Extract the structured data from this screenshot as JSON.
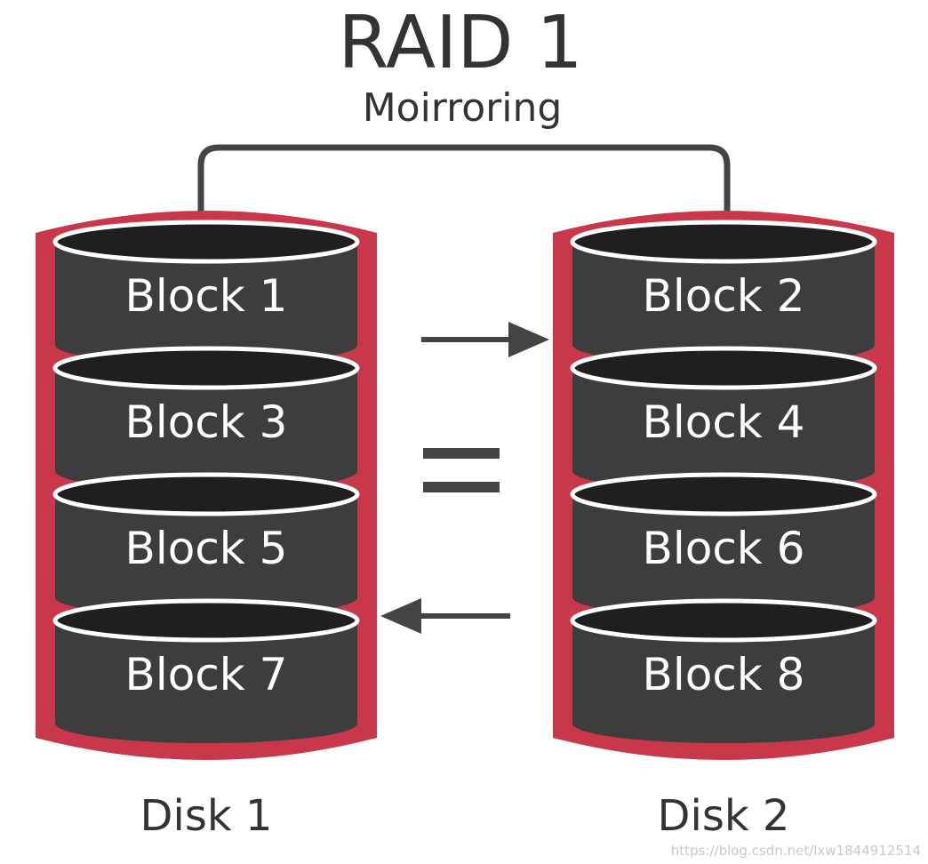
{
  "title": "RAID 1",
  "subtitle": "Moirroring",
  "equals_symbol": "=",
  "disks": [
    {
      "label": "Disk 1",
      "blocks": [
        "Block 1",
        "Block 3",
        "Block 5",
        "Block 7"
      ]
    },
    {
      "label": "Disk 2",
      "blocks": [
        "Block 2",
        "Block 4",
        "Block 6",
        "Block 8"
      ]
    }
  ],
  "watermark": "https://blog.csdn.net/lxw1844912514",
  "colors": {
    "disk_casing": "#c9384a",
    "platter_body": "#3d3d3d",
    "platter_top": "#1f1f1f",
    "platter_rim": "#ffffff",
    "text_dark": "#333333",
    "arrow": "#444444",
    "connector": "#444444"
  }
}
